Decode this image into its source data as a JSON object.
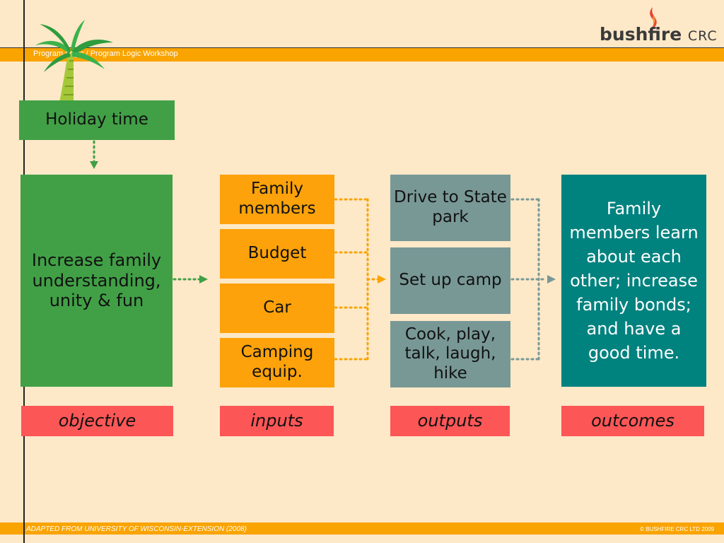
{
  "header": {
    "subtitle": "Program Logic / Program Logic Workshop"
  },
  "logo": {
    "brand": "bushfire",
    "suffix": "CRC"
  },
  "top_box": {
    "label": "Holiday time"
  },
  "objective": {
    "text": "Increase family understanding, unity & fun"
  },
  "inputs": [
    "Family members",
    "Budget",
    "Car",
    "Camping equip."
  ],
  "outputs": [
    "Drive to State park",
    "Set up camp",
    "Cook, play, talk, laugh, hike"
  ],
  "outcome": {
    "text": "Family members learn about each other; increase family bonds; and have a good time."
  },
  "labels": {
    "objective": "objective",
    "inputs": "inputs",
    "outputs": "outputs",
    "outcomes": "outcomes"
  },
  "footer": {
    "left": "ADAPTED FROM UNIVERSITY OF WISCONSIN-EXTENSION (2008)",
    "right": "© BUSHFIRE CRC LTD 2009"
  },
  "colors": {
    "background": "#fde8c8",
    "orange_bar": "#f9a400",
    "green": "#41a046",
    "orange_box": "#fda20a",
    "grey_box": "#789896",
    "teal_box": "#00827f",
    "red_label": "#fc5656"
  }
}
